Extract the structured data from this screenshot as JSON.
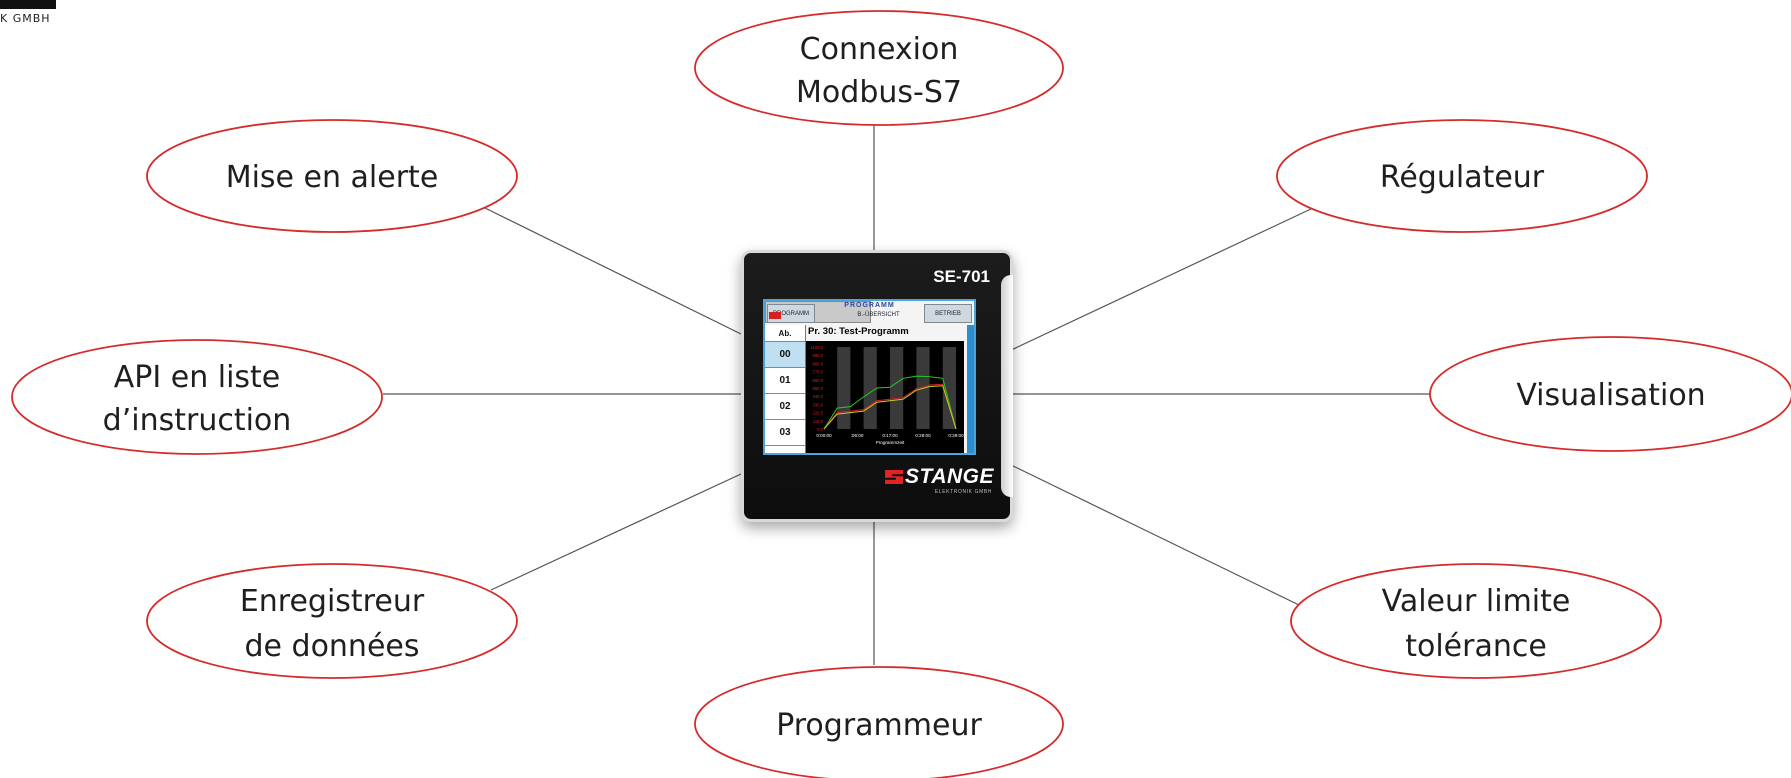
{
  "logo": {
    "text": "K GMBH"
  },
  "bubbles": [
    {
      "id": "connexion",
      "lines": [
        "Connexion",
        "Modbus-S7"
      ]
    },
    {
      "id": "alerte",
      "lines": [
        "Mise en alerte"
      ]
    },
    {
      "id": "regulateur",
      "lines": [
        "Régulateur"
      ]
    },
    {
      "id": "api",
      "lines": [
        "API en liste",
        "d’instruction"
      ]
    },
    {
      "id": "visualisation",
      "lines": [
        "Visualisation"
      ]
    },
    {
      "id": "enregistreur",
      "lines": [
        "Enregistreur",
        "de données"
      ]
    },
    {
      "id": "valeur",
      "lines": [
        "Valeur limite",
        "tolérance"
      ]
    },
    {
      "id": "programmeur",
      "lines": [
        "Programmeur"
      ]
    }
  ],
  "colors": {
    "bubble_stroke": "#d62b2b",
    "line": "#555555",
    "screen_accent": "#4ea3d8",
    "brand_red": "#e02424"
  },
  "device": {
    "model": "SE-701",
    "tab_left": "PROGRAMM",
    "tab_center_title": "PROGRAMM",
    "tab_center_sub": "B.-ÜBERSICHT",
    "tab_right": "BETRIEB",
    "step_header": "Ab.",
    "steps": [
      "00",
      "01",
      "02",
      "03"
    ],
    "program_title": "Pr. 30: Test-Programm",
    "brand_name": "STANGE",
    "brand_sub": "ELEKTRONIK GMBH"
  },
  "chart_data": {
    "type": "line",
    "xlabel": "Programmzeit",
    "x_tick_labels": [
      "0:00:00",
      ":06:00",
      "0:17:00",
      "0:28:00",
      "0:39:00"
    ],
    "y_tick_labels": [
      "1100.0",
      "990.0",
      "880.0",
      "770.0",
      "660.0",
      "550.0",
      "440.0",
      "330.0",
      "220.0",
      "110.0",
      "0.0"
    ],
    "series": [
      {
        "color": "#22cc22",
        "values": [
          0,
          280,
          300,
          430,
          550,
          560,
          680,
          710,
          700,
          680,
          0
        ]
      },
      {
        "color": "#cc2222",
        "values": [
          0,
          220,
          240,
          260,
          380,
          400,
          420,
          540,
          590,
          600,
          0
        ]
      },
      {
        "color": "#cccc22",
        "values": [
          0,
          200,
          220,
          240,
          360,
          380,
          400,
          520,
          570,
          580,
          0
        ]
      }
    ]
  }
}
